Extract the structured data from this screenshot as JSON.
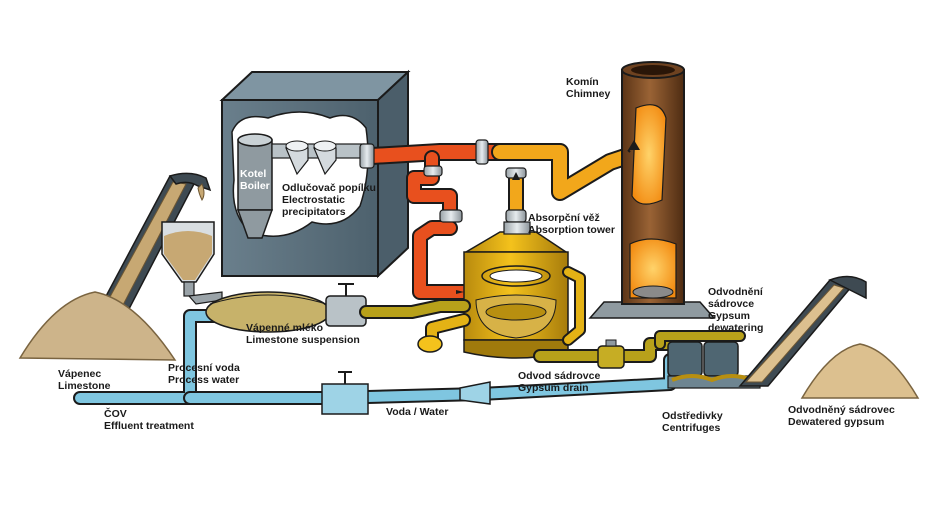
{
  "diagram": {
    "colors": {
      "flue_hot": "#e8501e",
      "flue_clean": "#f2a71b",
      "water": "#7fc6e0",
      "slurry": "#b8a11a",
      "concrete": "#5e7482",
      "chimney": "#7a4a24",
      "limestone": "#cdb48a",
      "gypsum": "#dcc08f"
    },
    "labels": {
      "chimney": {
        "cz": "Komín",
        "en": "Chimney"
      },
      "boiler": {
        "cz": "Kotel",
        "en": "Boiler"
      },
      "precipitators": {
        "cz": "Odlučovač popílku",
        "en1": "Electrostatic",
        "en2": "precipitators"
      },
      "absorber": {
        "cz": "Absorpční věž",
        "en": "Absorption tower"
      },
      "dewatering": {
        "cz1": "Odvodnění",
        "cz2": "sádrovce",
        "en1": "Gypsum",
        "en2": "dewatering"
      },
      "limestone_susp": {
        "cz": "Vápenné mléko",
        "en": "Limestone suspension"
      },
      "limestone": {
        "cz": "Vápenec",
        "en": "Limestone"
      },
      "process_water": {
        "cz": "Procesní voda",
        "en": "Process water"
      },
      "effluent": {
        "cz": "ČOV",
        "en": "Effluent treatment"
      },
      "water": {
        "text": "Voda / Water"
      },
      "gypsum_drain": {
        "cz": "Odvod sádrovce",
        "en": "Gypsum drain"
      },
      "centrifuges": {
        "cz": "Odstředivky",
        "en": "Centrifuges"
      },
      "dewatered_gypsum": {
        "cz": "Odvodněný sádrovec",
        "en": "Dewatered gypsum"
      }
    }
  }
}
